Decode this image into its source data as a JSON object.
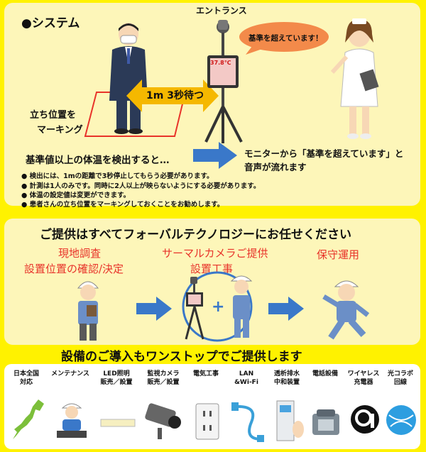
{
  "system": {
    "title": "●システム",
    "entrance_label": "エントランス",
    "alert_bubble": "基準を超えています！",
    "monitor_temp": "37.8℃",
    "wait_label": "1m 3秒待つ",
    "marking_label_line1": "立ち位置を",
    "marking_label_line2": "マーキング",
    "detect_text": "基準値以上の体温を検出すると…",
    "result_line1": "モニターから「基準を超えています」と",
    "result_line2": "音声が流れます",
    "notes": [
      "● 検出には、1mの距離で3秒停止してもらう必要があります。",
      "● 計測は1人のみです。同時に2人以上が映らないようにする必要があります。",
      "● 体温の設定値は変更ができます。",
      "● 患者さんの立ち位置をマーキングしておくことをお勧めします。"
    ]
  },
  "service": {
    "title": "ご提供はすべてフォーバルテクノロジーにお任せください",
    "step1_line1": "現地調査",
    "step1_line2": "設置位置の確認/決定",
    "step2_line1": "サーマルカメラご提供",
    "step2_line2": "設置工事",
    "step3": "保守運用",
    "plus": "+"
  },
  "onestop": {
    "title": "設備のご導入もワンストップでご提供します",
    "items": [
      {
        "line1": "日本全国",
        "line2": "対応",
        "icon": "japan-map-icon"
      },
      {
        "line1": "メンテナンス",
        "line2": "",
        "icon": "maintenance-icon"
      },
      {
        "line1": "LED照明",
        "line2": "販売／設置",
        "icon": "led-light-icon"
      },
      {
        "line1": "監視カメラ",
        "line2": "販売／設置",
        "icon": "security-camera-icon"
      },
      {
        "line1": "電気工事",
        "line2": "",
        "icon": "outlet-icon"
      },
      {
        "line1": "LAN",
        "line2": "&Wi-Fi",
        "icon": "lan-cable-icon"
      },
      {
        "line1": "透析排水",
        "line2": "中和装置",
        "icon": "dialysis-icon"
      },
      {
        "line1": "電話設備",
        "line2": "",
        "icon": "phone-icon"
      },
      {
        "line1": "ワイヤレス",
        "line2": "充電器",
        "icon": "wireless-charger-icon"
      },
      {
        "line1": "光コラボ",
        "line2": "回線",
        "icon": "fiber-globe-icon"
      }
    ]
  },
  "colors": {
    "panel": "#fdf6b9",
    "background": "#fff200",
    "accent_red": "#e8332a",
    "arrow_blue": "#3a78c9",
    "arrow_yellow": "#f5b800"
  }
}
